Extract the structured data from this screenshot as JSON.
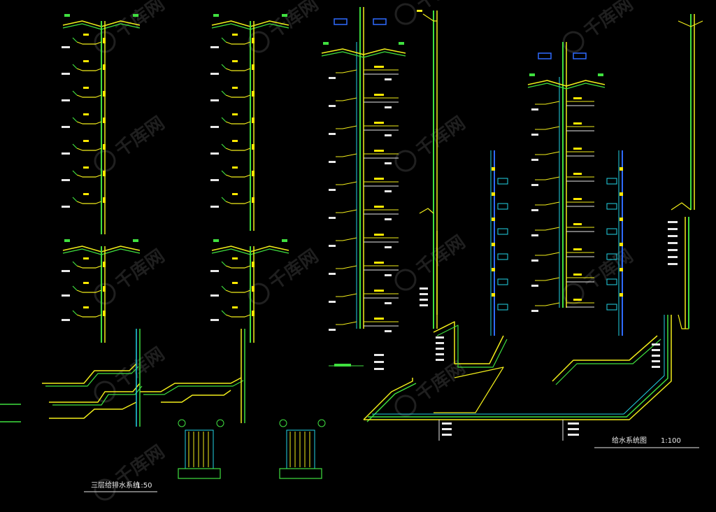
{
  "drawing": {
    "background": "#000000",
    "colors": {
      "pipe_yellow": "#f2ee1a",
      "pipe_green": "#3fe03f",
      "pipe_cyan": "#22d3e6",
      "pipe_blue": "#2f6bff",
      "text_white": "#e8e8e8",
      "fixture_yellow": "#ffe800"
    },
    "titles": {
      "left": "三层给排水系统",
      "left_scale": "1:50",
      "right": "给水系统图",
      "right_scale": "1:100"
    },
    "watermark_text": "千库网",
    "watermark_icon": "watermark-logo-icon"
  }
}
